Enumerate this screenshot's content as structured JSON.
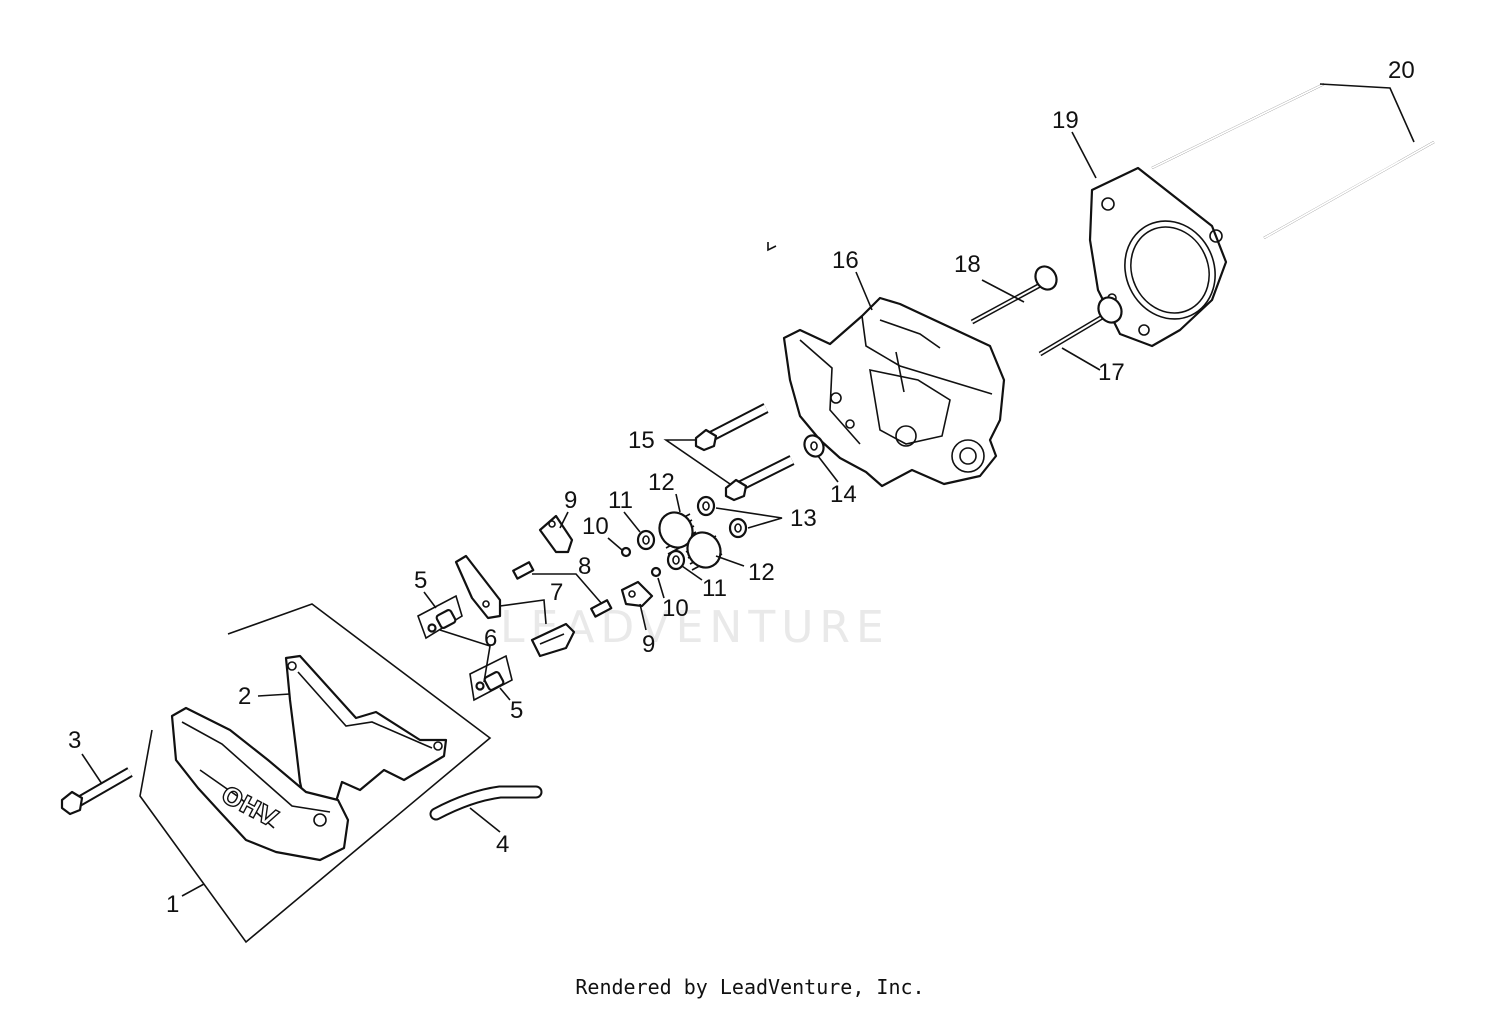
{
  "diagram": {
    "watermark": "LEADVENTURE",
    "footer": "Rendered by LeadVenture, Inc.",
    "callouts": [
      {
        "id": "c1",
        "text": "1"
      },
      {
        "id": "c2",
        "text": "2"
      },
      {
        "id": "c3",
        "text": "3"
      },
      {
        "id": "c4",
        "text": "4"
      },
      {
        "id": "c5a",
        "text": "5"
      },
      {
        "id": "c5b",
        "text": "5"
      },
      {
        "id": "c6",
        "text": "6"
      },
      {
        "id": "c7",
        "text": "7"
      },
      {
        "id": "c8",
        "text": "8"
      },
      {
        "id": "c9a",
        "text": "9"
      },
      {
        "id": "c9b",
        "text": "9"
      },
      {
        "id": "c10a",
        "text": "10"
      },
      {
        "id": "c10b",
        "text": "10"
      },
      {
        "id": "c11a",
        "text": "11"
      },
      {
        "id": "c11b",
        "text": "11"
      },
      {
        "id": "c12a",
        "text": "12"
      },
      {
        "id": "c12b",
        "text": "12"
      },
      {
        "id": "c13",
        "text": "13"
      },
      {
        "id": "c14",
        "text": "14"
      },
      {
        "id": "c15",
        "text": "15"
      },
      {
        "id": "c16",
        "text": "16"
      },
      {
        "id": "c17",
        "text": "17"
      },
      {
        "id": "c18",
        "text": "18"
      },
      {
        "id": "c19",
        "text": "19"
      },
      {
        "id": "c20",
        "text": "20"
      }
    ],
    "cover_emboss": "OHV"
  }
}
